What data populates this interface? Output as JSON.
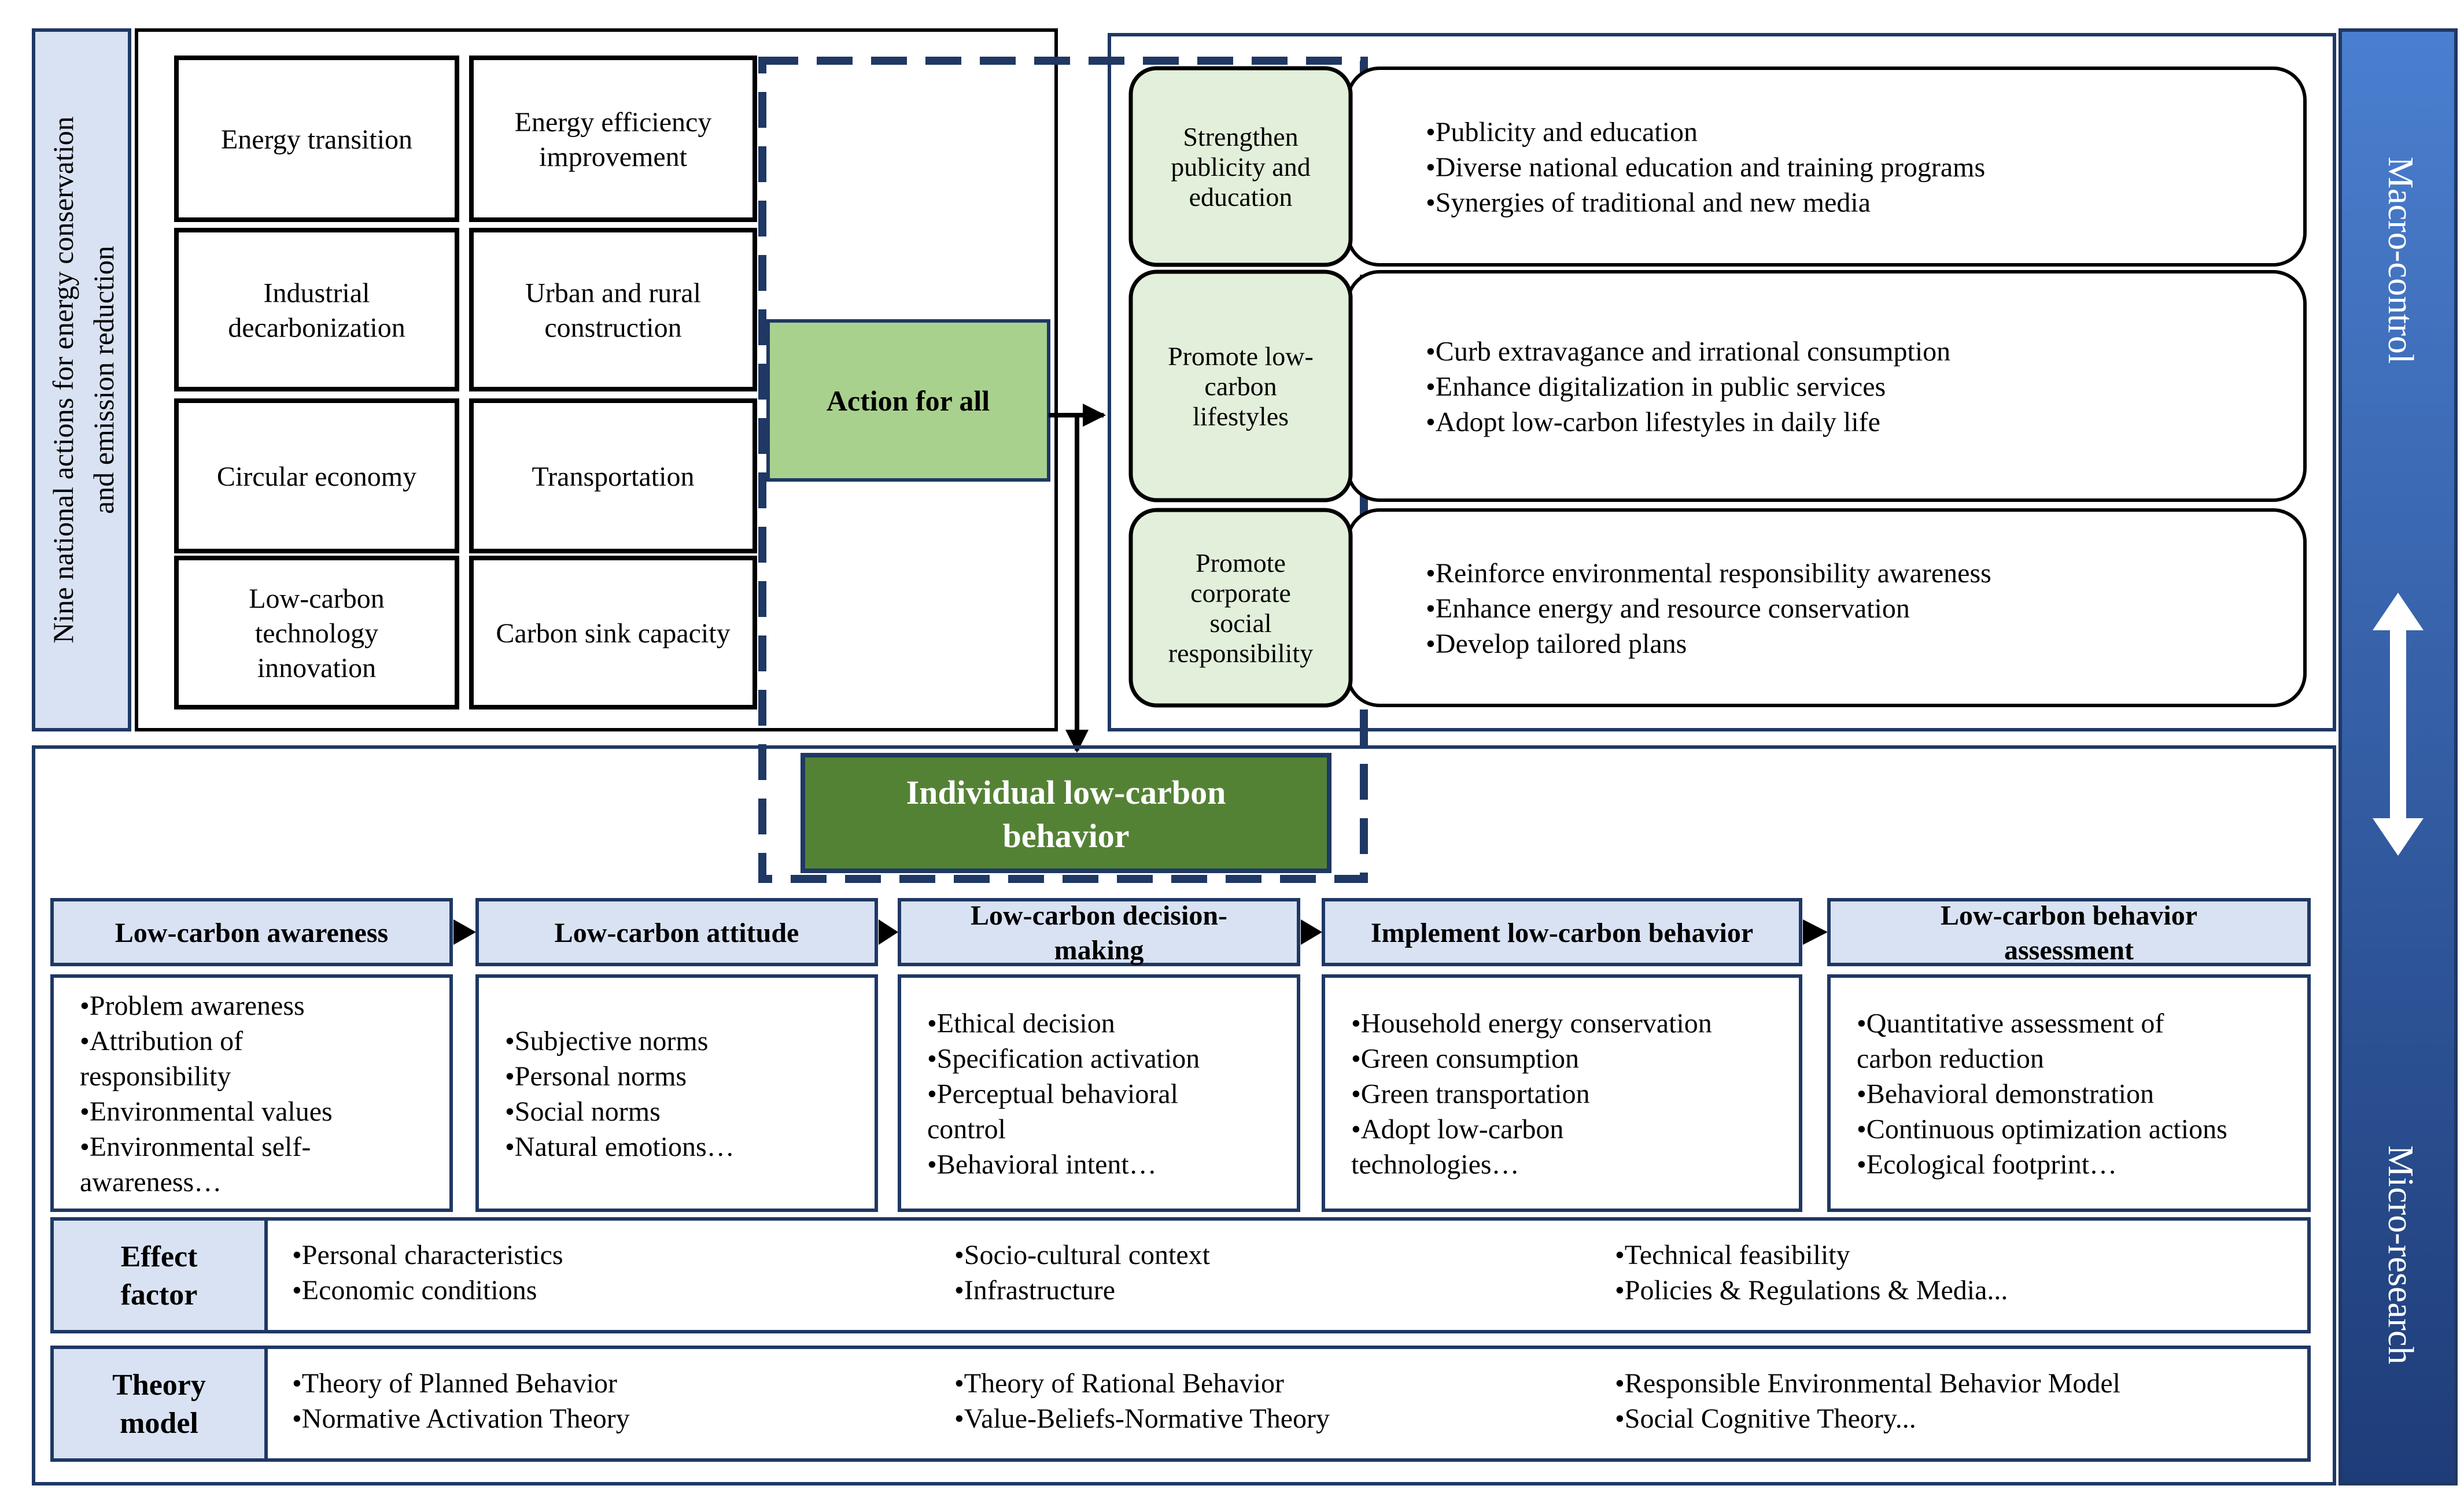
{
  "side_label": {
    "line1": "Nine national actions for energy conservation",
    "line2": "and emission reduction"
  },
  "actions": [
    {
      "lines": [
        "Energy transition"
      ]
    },
    {
      "lines": [
        "Energy efficiency",
        "improvement"
      ]
    },
    {
      "lines": [
        "Industrial",
        "decarbonization"
      ]
    },
    {
      "lines": [
        "Urban and rural",
        "construction"
      ]
    },
    {
      "lines": [
        "Circular economy"
      ]
    },
    {
      "lines": [
        "Transportation"
      ]
    },
    {
      "lines": [
        "Low-carbon",
        "technology",
        "innovation"
      ]
    },
    {
      "lines": [
        "Carbon sink capacity"
      ]
    }
  ],
  "action_for_all": "Action for all",
  "macro_items": [
    {
      "title": [
        "Strengthen",
        "publicity and",
        "education"
      ],
      "bullets": [
        "•Publicity and education",
        "•Diverse national education and training programs",
        "•Synergies of traditional and new media"
      ]
    },
    {
      "title": [
        "Promote low-",
        "carbon",
        "lifestyles"
      ],
      "bullets": [
        "•Curb extravagance and irrational consumption",
        "•Enhance digitalization in public services",
        "•Adopt low-carbon lifestyles in daily life"
      ]
    },
    {
      "title": [
        "Promote",
        "corporate",
        "social",
        "responsibility"
      ],
      "bullets": [
        "•Reinforce environmental responsibility awareness",
        "•Enhance energy and resource conservation",
        "•Develop tailored plans"
      ]
    }
  ],
  "individual": [
    "Individual low-carbon",
    "behavior"
  ],
  "stages": [
    {
      "header": [
        "Low-carbon awareness"
      ],
      "items": [
        "•Problem awareness",
        "•Attribution of",
        "responsibility",
        "•Environmental values",
        "•Environmental self-",
        "awareness…"
      ]
    },
    {
      "header": [
        "Low-carbon attitude"
      ],
      "items": [
        "•Subjective norms",
        "•Personal norms",
        "•Social norms",
        "•Natural emotions…"
      ]
    },
    {
      "header": [
        "Low-carbon decision-",
        "making"
      ],
      "items": [
        "•Ethical decision",
        "•Specification activation",
        "•Perceptual behavioral",
        "control",
        "•Behavioral intent…"
      ]
    },
    {
      "header": [
        "Implement low-carbon behavior"
      ],
      "items": [
        "•Household energy conservation",
        "•Green consumption",
        "•Green transportation",
        "•Adopt low-carbon",
        "technologies…"
      ]
    },
    {
      "header": [
        "Low-carbon behavior",
        "assessment"
      ],
      "items": [
        "•Quantitative assessment of",
        "carbon reduction",
        "•Behavioral demonstration",
        "•Continuous optimization actions",
        "•Ecological footprint…"
      ]
    }
  ],
  "effect_factor": {
    "label": [
      "Effect",
      "factor"
    ],
    "columns": [
      [
        "•Personal characteristics",
        "•Economic conditions"
      ],
      [
        "•Socio-cultural context",
        "•Infrastructure"
      ],
      [
        "•Technical feasibility",
        "•Policies & Regulations & Media..."
      ]
    ]
  },
  "theory_model": {
    "label": [
      "Theory",
      "model"
    ],
    "columns": [
      [
        "•Theory of Planned Behavior",
        "•Normative Activation Theory"
      ],
      [
        "•Theory of Rational Behavior",
        "•Value-Beliefs-Normative Theory"
      ],
      [
        "•Responsible Environmental Behavior Model",
        "•Social Cognitive Theory..."
      ]
    ]
  },
  "right_bar": {
    "top": "Macro-control",
    "bottom": "Micro-research"
  },
  "colors": {
    "navy": "#1f3864",
    "light_blue": "#d9e2f3",
    "light_green": "#e2efda",
    "mid_green": "#a9d18e",
    "dark_green": "#548235",
    "bar_top": "#4472c4",
    "bar_bottom": "#1f3d7a"
  }
}
